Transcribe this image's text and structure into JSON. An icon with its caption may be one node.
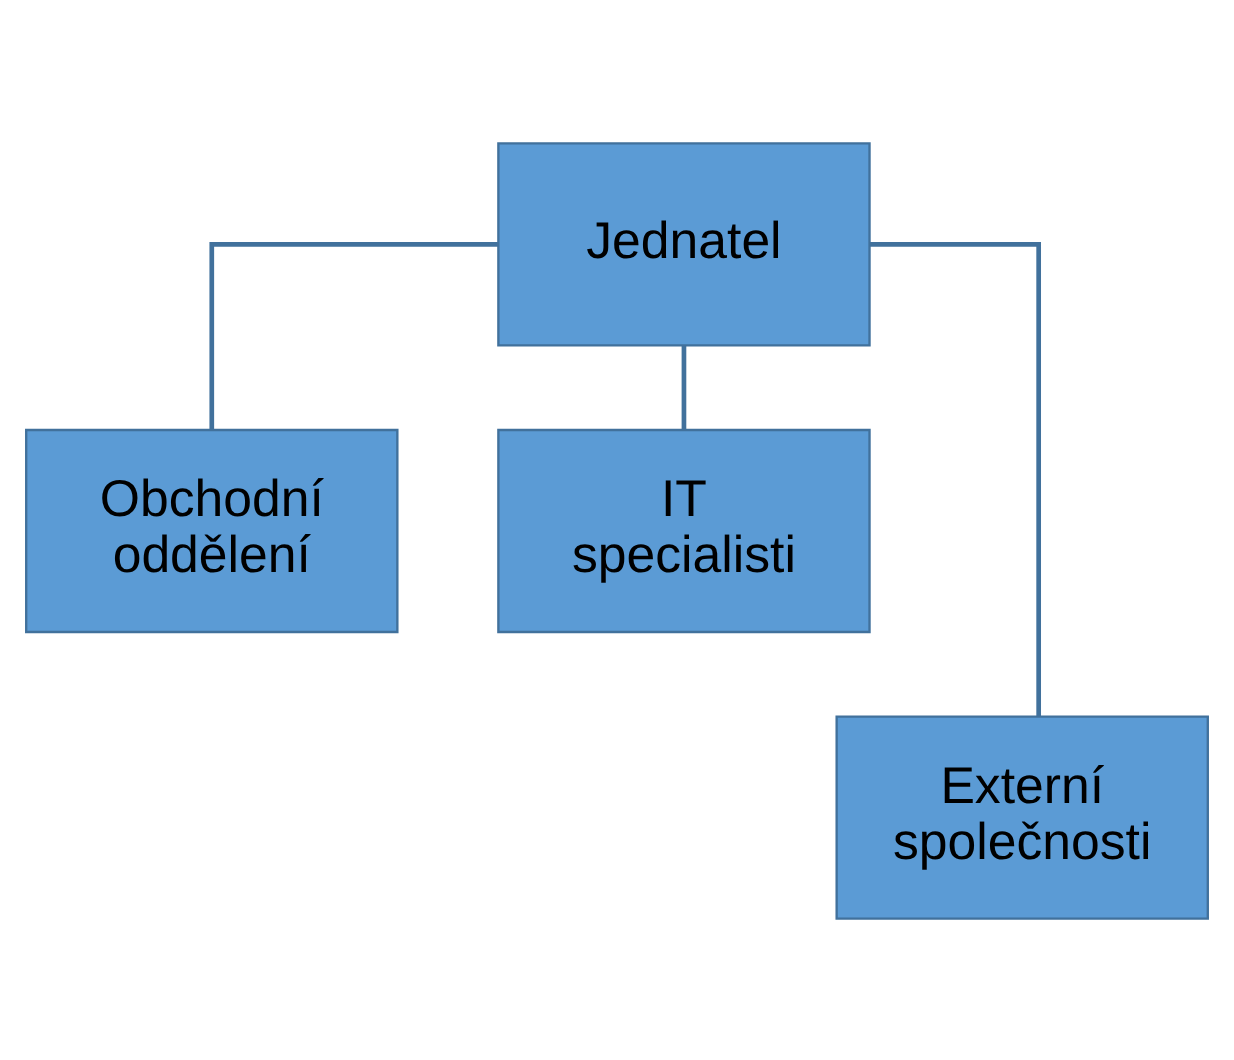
{
  "diagram": {
    "nodes": [
      {
        "text": [
          "Jednatel"
        ]
      },
      {
        "text": [
          "Obchodní oddělení"
        ]
      },
      {
        "text": [
          "IT specialisti"
        ]
      },
      {
        "text": [
          "Externí společnosti"
        ]
      }
    ],
    "edges": [
      {
        "from": 0,
        "to": 1,
        "arrow": "none"
      },
      {
        "from": 0,
        "to": 2,
        "arrow": "none"
      },
      {
        "from": 0,
        "to": 3,
        "arrow": "none"
      }
    ]
  }
}
